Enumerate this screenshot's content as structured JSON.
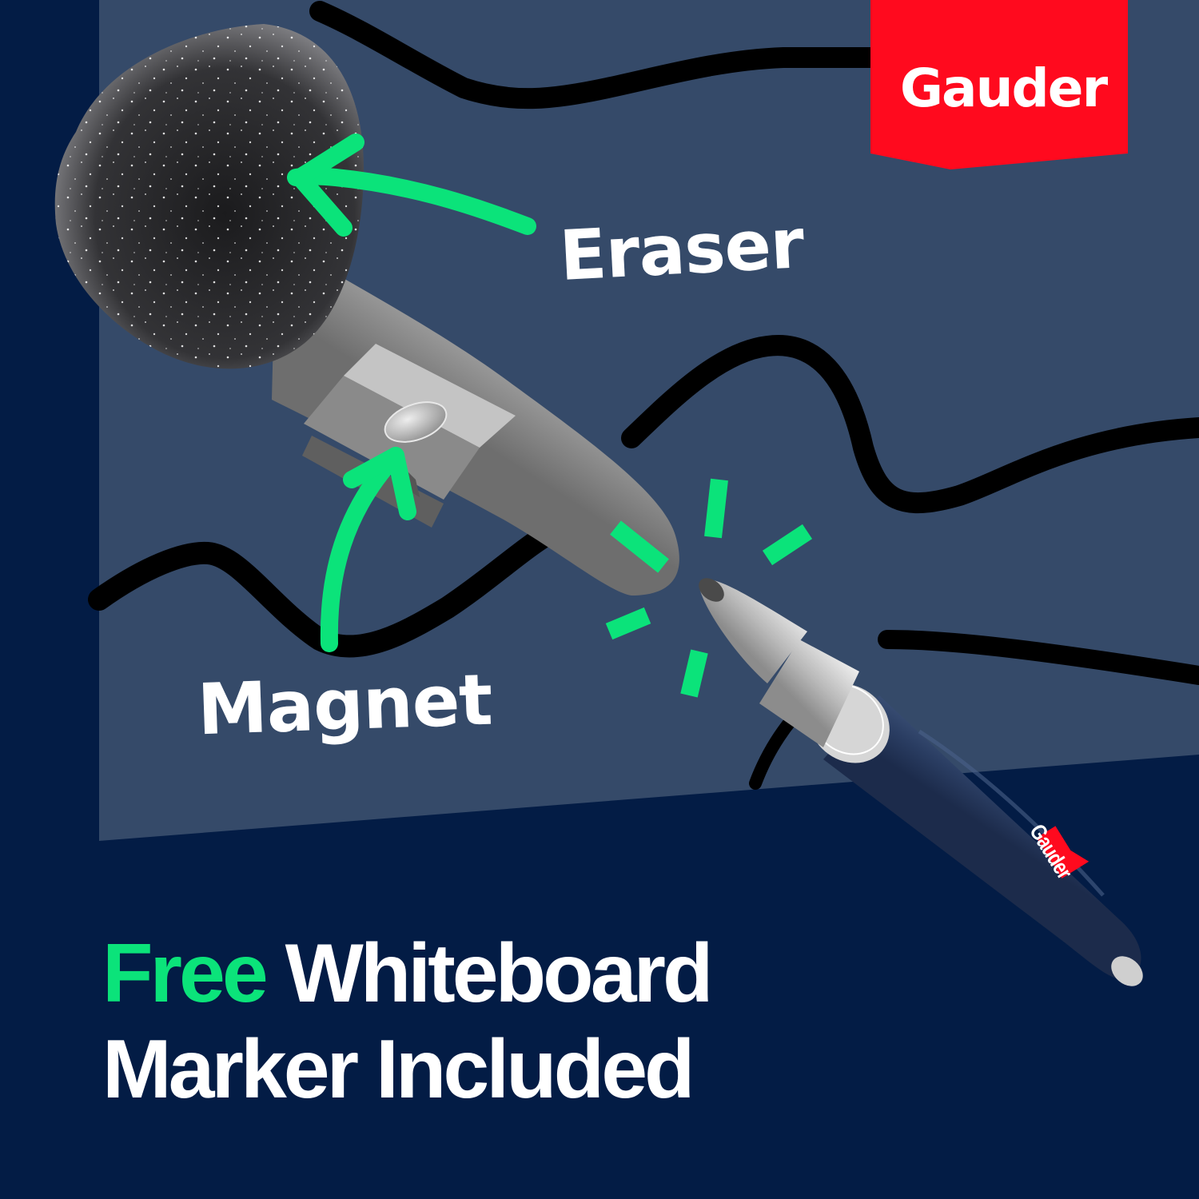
{
  "brand": {
    "name": "Gauder",
    "flag_color": "#ff0a1e"
  },
  "callouts": {
    "eraser": "Eraser",
    "magnet": "Magnet"
  },
  "headline": {
    "accent_word": "Free",
    "line1_rest": " Whiteboard",
    "line2": "Marker Included"
  },
  "marker": {
    "logo_text": "Gauder"
  },
  "colors": {
    "background": "#031c45",
    "panel": "#354a69",
    "accent_green": "#0be37a",
    "text_white": "#ffffff",
    "squiggle": "#000000"
  }
}
